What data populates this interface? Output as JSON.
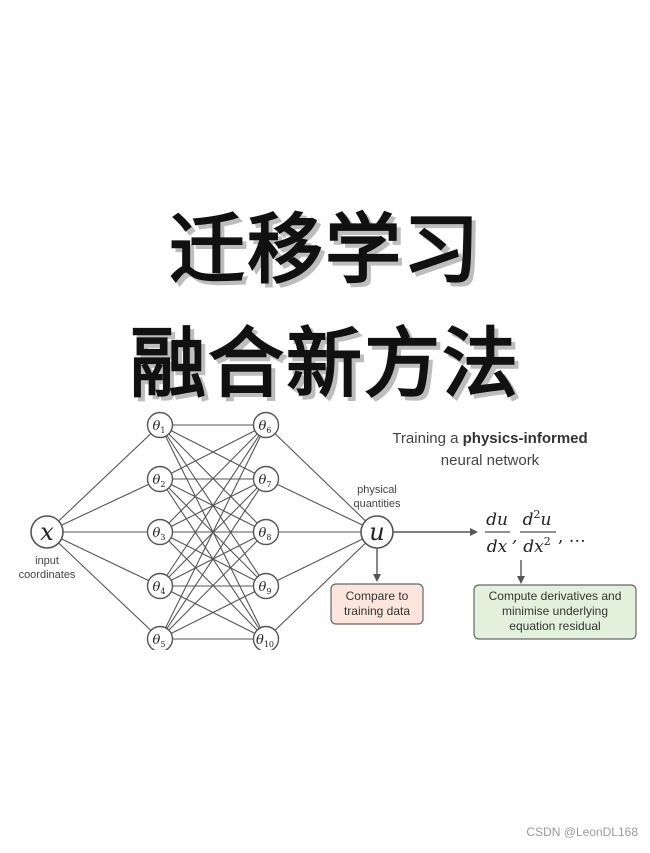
{
  "title": {
    "line1": "迁移学习",
    "line2": "融合新方法"
  },
  "diagram": {
    "heading_prefix": "Training a ",
    "heading_bold": "physics-informed",
    "heading_line2": "neural network",
    "input_node": "x",
    "input_label_line1": "input",
    "input_label_line2": "coordinates",
    "hidden_layer1": [
      {
        "symbol": "θ",
        "sub": "1"
      },
      {
        "symbol": "θ",
        "sub": "2"
      },
      {
        "symbol": "θ",
        "sub": "3"
      },
      {
        "symbol": "θ",
        "sub": "4"
      },
      {
        "symbol": "θ",
        "sub": "5"
      }
    ],
    "hidden_layer2": [
      {
        "symbol": "θ",
        "sub": "6"
      },
      {
        "symbol": "θ",
        "sub": "7"
      },
      {
        "symbol": "θ",
        "sub": "8"
      },
      {
        "symbol": "θ",
        "sub": "9"
      },
      {
        "symbol": "θ",
        "sub": "10"
      }
    ],
    "output_node": "u",
    "output_label_line1": "physical",
    "output_label_line2": "quantities",
    "deriv1_num": "du",
    "deriv1_den": "dx",
    "deriv2_num_base": "d",
    "deriv2_num_exp": "2",
    "deriv2_num_var": "u",
    "deriv2_den_base": "dx",
    "deriv2_den_exp": "2",
    "deriv_comma": ",",
    "deriv_ellipsis": ", …",
    "box_compare_line1": "Compare to",
    "box_compare_line2": "training data",
    "box_compute_line1": "Compute derivatives and",
    "box_compute_line2": "minimise underlying",
    "box_compute_line3": "equation residual"
  },
  "colors": {
    "compare_fill": "#fbe5dc",
    "compute_fill": "#e3f0dc",
    "line": "#555555"
  },
  "watermark": "CSDN @LeonDL168"
}
